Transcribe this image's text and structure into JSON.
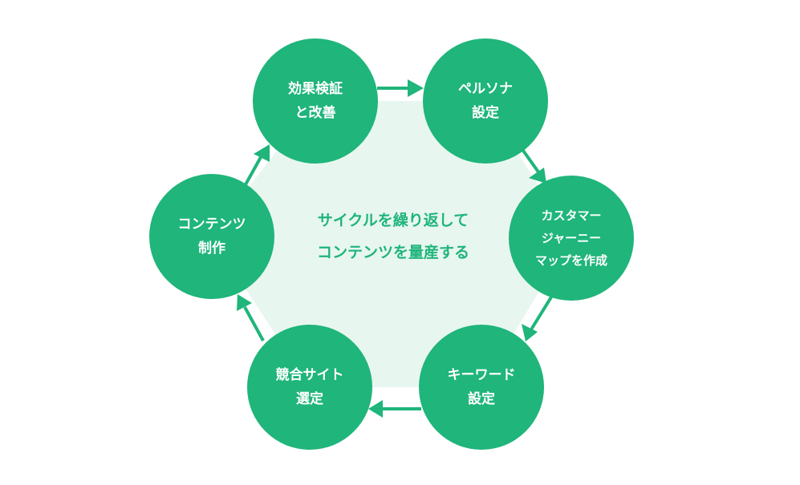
{
  "diagram": {
    "center_text": [
      "サイクルを繰り返して",
      "コンテンツを量産する"
    ],
    "nodes": [
      {
        "id": "effect-review",
        "lines": [
          "効果検証",
          "と改善"
        ]
      },
      {
        "id": "persona",
        "lines": [
          "ペルソナ",
          "設定"
        ]
      },
      {
        "id": "customer-journey",
        "lines": [
          "カスタマー",
          "ジャーニー",
          "マップを作成"
        ]
      },
      {
        "id": "keyword",
        "lines": [
          "キーワード",
          "設定"
        ]
      },
      {
        "id": "competitor",
        "lines": [
          "競合サイト",
          "選定"
        ]
      },
      {
        "id": "content-production",
        "lines": [
          "コンテンツ",
          "制作"
        ]
      }
    ],
    "flow": [
      "effect-review",
      "persona",
      "customer-journey",
      "keyword",
      "competitor",
      "content-production",
      "effect-review"
    ],
    "colors": {
      "node": "#1fb57b",
      "fill": "#e8f6f0",
      "text": "#ffffff",
      "center_text": "#1fb57b"
    }
  }
}
